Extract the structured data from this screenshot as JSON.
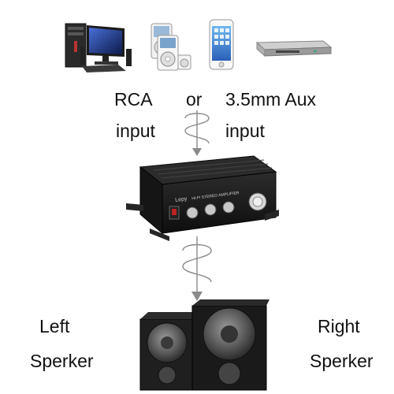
{
  "sources": {
    "items": [
      {
        "icon": "desktop-computer-icon"
      },
      {
        "icon": "mp3-player-icon"
      },
      {
        "icon": "smartphone-icon"
      },
      {
        "icon": "dvd-player-icon"
      }
    ]
  },
  "input": {
    "line1_left": "RCA",
    "line1_mid": "or",
    "line1_right": "3.5mm Aux",
    "line2_left": "input",
    "line2_right": "input"
  },
  "amplifier": {
    "brand": "Lepy",
    "model_text": "HI-FI STEREO AMPLIFIER"
  },
  "speakers": {
    "left_line1": "Left",
    "left_line2": "Sperker",
    "right_line1": "Right",
    "right_line2": "Sperker"
  },
  "colors": {
    "arrow": "#8a8a8a",
    "amp_body": "#1b1b1b",
    "speaker_body": "#222222",
    "cone": "#6d6d6d"
  }
}
